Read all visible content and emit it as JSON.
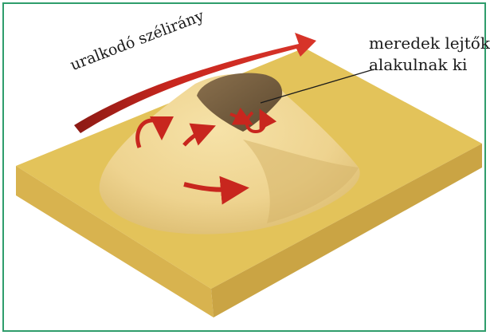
{
  "labels": {
    "wind_direction": "uralkodó szélirány",
    "steep_slopes_line1": "meredek lejtők",
    "steep_slopes_line2": "alakulnak ki"
  },
  "colors": {
    "frame_border": "#2f9d6c",
    "sand_top": "#e3c35a",
    "sand_side": "#d3af4a",
    "dune": "#efd592",
    "dune_shadow": "#d6b56a",
    "slip_face": "#786042",
    "wind_arrow": "#c8261e"
  },
  "icons": [
    "wind-direction-arrow",
    "airflow-arrow",
    "eddy-arrow"
  ]
}
